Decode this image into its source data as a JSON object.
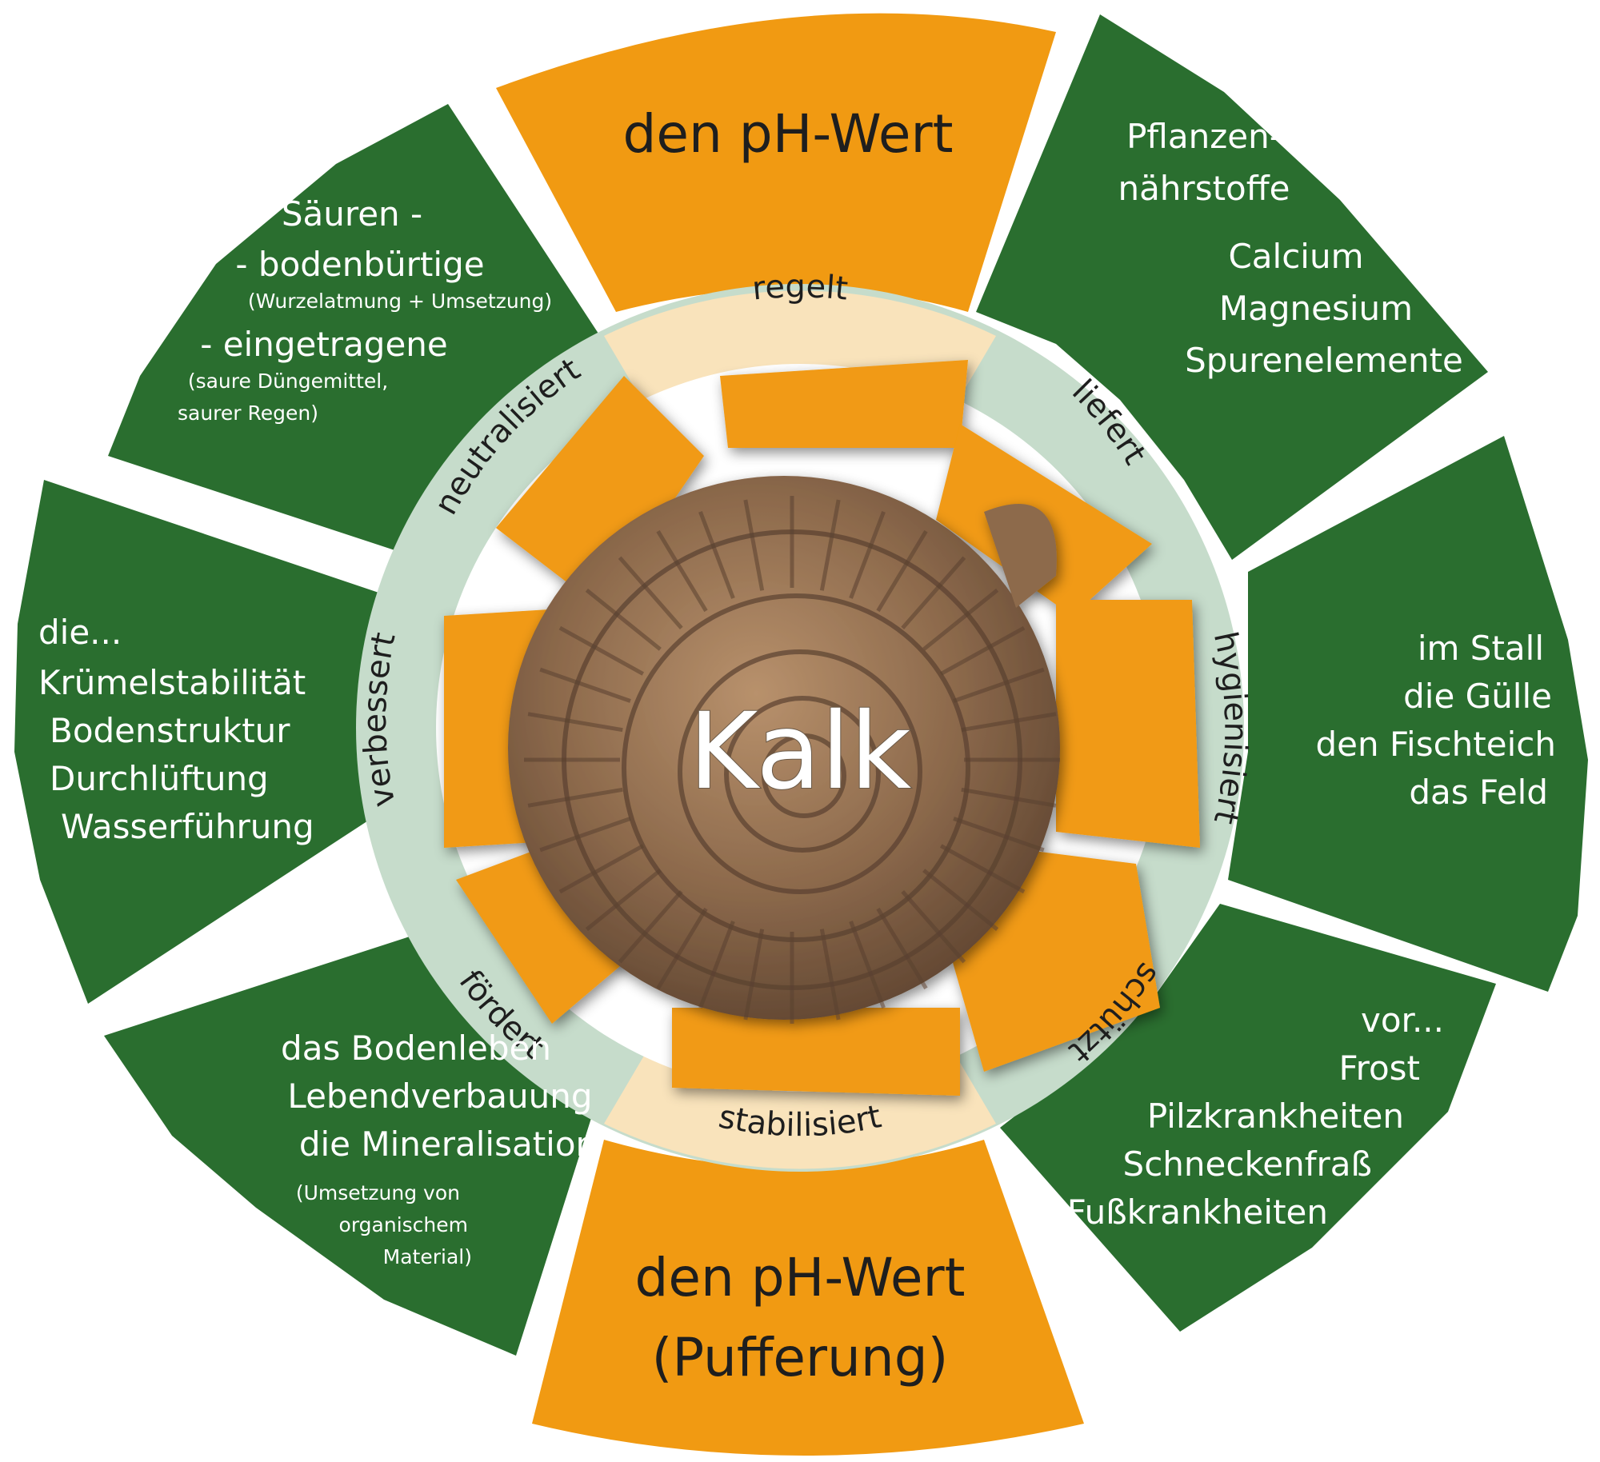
{
  "colors": {
    "green": "#2a6e2f",
    "orange": "#f19a12",
    "light_green_ring": "#c6dccb",
    "cream_ring": "#f9e3bb",
    "fossil_dark": "#6b4f38",
    "fossil_light": "#a47e5e"
  },
  "center": {
    "label": "Kalk"
  },
  "verbs": {
    "regelt": "regelt",
    "liefert": "liefert",
    "hygienisiert": "hygienisiert",
    "schuetzt": "schützt",
    "stabilisiert": "stabilisiert",
    "foerdert": "fördert",
    "verbessert": "verbessert",
    "neutralisiert": "neutralisiert"
  },
  "orange_top": {
    "line1": "den pH-Wert"
  },
  "orange_bottom": {
    "line1": "den pH-Wert",
    "line2": "(Pufferung)"
  },
  "green_top_right": {
    "lines": [
      "Pflanzen-",
      "nährstoffe",
      "Calcium",
      "Magnesium",
      "Spurenelemente"
    ]
  },
  "green_right": {
    "lines": [
      "im Stall",
      "die Gülle",
      "den Fischteich",
      "das Feld"
    ]
  },
  "green_bottom_right": {
    "lines": [
      "vor...",
      "Frost",
      "Pilzkrankheiten",
      "Schneckenfraß",
      "Fußkrankheiten"
    ]
  },
  "green_bottom_left": {
    "lines": [
      "das Bodenleben",
      "Lebendverbauung",
      "die Mineralisation",
      "(Umsetzung von",
      "organischem",
      "Material)"
    ]
  },
  "green_left": {
    "lines": [
      "die...",
      "Krümelstabilität",
      "Bodenstruktur",
      "Durchlüftung",
      "Wasserführung"
    ]
  },
  "green_top_left": {
    "lines": [
      "Säuren -",
      "- bodenbürtige",
      "(Wurzelatmung + Umsetzung)",
      "- eingetragene",
      "(saure Düngemittel,",
      "saurer Regen)"
    ]
  }
}
